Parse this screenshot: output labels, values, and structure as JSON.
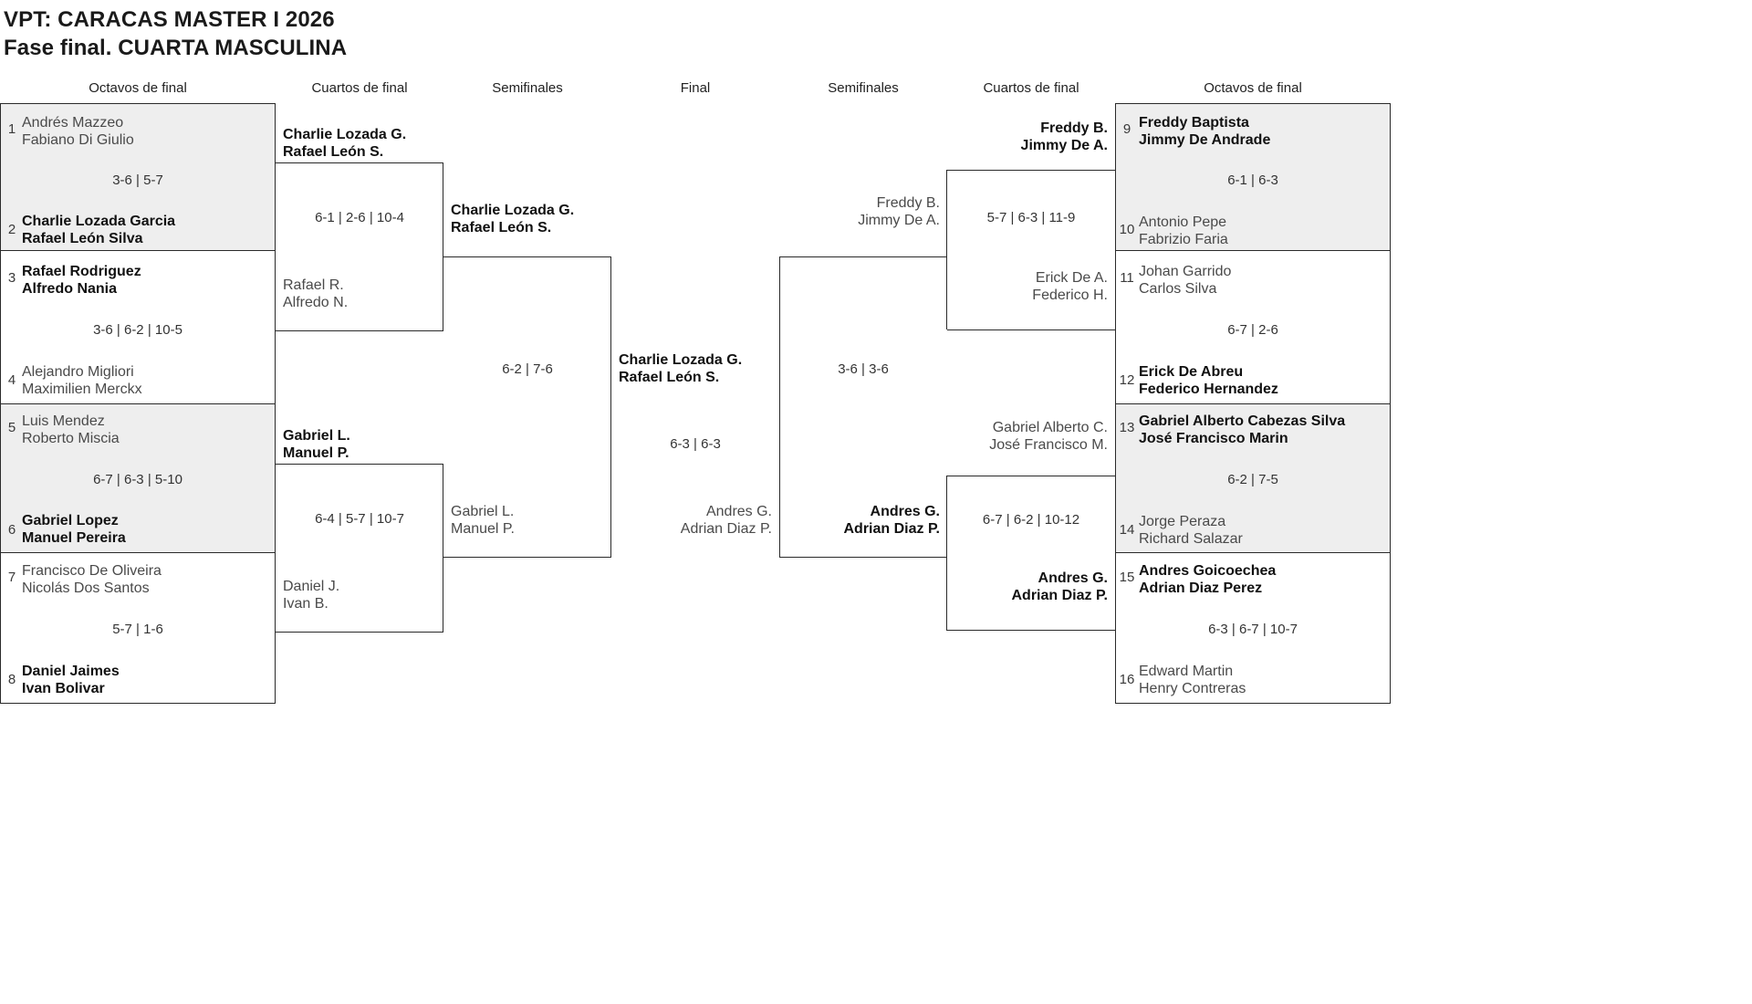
{
  "header": {
    "title_line1": "VPT: CARACAS MASTER I 2026",
    "title_line2": "Fase final. CUARTA MASCULINA"
  },
  "round_headers": {
    "left_r16": "Octavos de final",
    "left_qf": "Cuartos de final",
    "left_sf": "Semifinales",
    "final": "Final",
    "right_sf": "Semifinales",
    "right_qf": "Cuartos de final",
    "right_r16": "Octavos de final"
  },
  "chart_data": {
    "type": "bracket",
    "title": "VPT: CARACAS MASTER I 2026 - Fase final. CUARTA MASCULINA",
    "size": 16,
    "champion": [
      "Charlie Lozada G.",
      "Rafael León S."
    ]
  },
  "left": {
    "r16": [
      {
        "top": {
          "seed": "1",
          "p1": "Andrés Mazzeo",
          "p2": "Fabiano Di Giulio",
          "winner": false
        },
        "bottom": {
          "seed": "2",
          "p1": "Charlie Lozada Garcia",
          "p2": "Rafael León Silva",
          "winner": true
        },
        "score": "3-6 | 5-7"
      },
      {
        "top": {
          "seed": "3",
          "p1": "Rafael Rodriguez",
          "p2": "Alfredo Nania",
          "winner": true
        },
        "bottom": {
          "seed": "4",
          "p1": "Alejandro Migliori",
          "p2": "Maximilien Merckx",
          "winner": false
        },
        "score": "3-6 | 6-2 | 10-5"
      },
      {
        "top": {
          "seed": "5",
          "p1": "Luis Mendez",
          "p2": "Roberto Miscia",
          "winner": false
        },
        "bottom": {
          "seed": "6",
          "p1": "Gabriel Lopez",
          "p2": "Manuel Pereira",
          "winner": true
        },
        "score": "6-7 | 6-3 | 5-10"
      },
      {
        "top": {
          "seed": "7",
          "p1": "Francisco De Oliveira",
          "p2": "Nicolás Dos Santos",
          "winner": false
        },
        "bottom": {
          "seed": "8",
          "p1": "Daniel Jaimes",
          "p2": "Ivan Bolivar",
          "winner": true
        },
        "score": "5-7 | 1-6"
      }
    ],
    "qf": [
      {
        "top": {
          "p1": "Charlie Lozada G.",
          "p2": "Rafael León S.",
          "winner": true
        },
        "bottom": {
          "p1": "Rafael R.",
          "p2": "Alfredo N.",
          "winner": false
        },
        "score": "6-1 | 2-6 | 10-4"
      },
      {
        "top": {
          "p1": "Gabriel L.",
          "p2": "Manuel P.",
          "winner": true
        },
        "bottom": {
          "p1": "Daniel J.",
          "p2": "Ivan B.",
          "winner": false
        },
        "score": "6-4 | 5-7 | 10-7"
      }
    ],
    "sf": [
      {
        "top": {
          "p1": "Charlie Lozada G.",
          "p2": "Rafael León S.",
          "winner": true
        },
        "bottom": {
          "p1": "Gabriel L.",
          "p2": "Manuel P.",
          "winner": false
        },
        "score": "6-2 | 7-6"
      }
    ]
  },
  "final": {
    "top": {
      "p1": "Charlie Lozada G.",
      "p2": "Rafael León S.",
      "winner": true
    },
    "bottom": {
      "p1": "Andres G.",
      "p2": "Adrian Diaz P.",
      "winner": false
    },
    "score": "6-3 | 6-3"
  },
  "right": {
    "r16": [
      {
        "top": {
          "seed": "9",
          "p1": "Freddy Baptista",
          "p2": "Jimmy De Andrade",
          "winner": true
        },
        "bottom": {
          "seed": "10",
          "p1": "Antonio Pepe",
          "p2": "Fabrizio Faria",
          "winner": false
        },
        "score": "6-1 | 6-3"
      },
      {
        "top": {
          "seed": "11",
          "p1": "Johan Garrido",
          "p2": "Carlos Silva",
          "winner": false
        },
        "bottom": {
          "seed": "12",
          "p1": "Erick De Abreu",
          "p2": "Federico Hernandez",
          "winner": true
        },
        "score": "6-7 | 2-6"
      },
      {
        "top": {
          "seed": "13",
          "p1": "Gabriel Alberto Cabezas Silva",
          "p2": "José Francisco Marin",
          "winner": true
        },
        "bottom": {
          "seed": "14",
          "p1": "Jorge Peraza",
          "p2": "Richard Salazar",
          "winner": false
        },
        "score": "6-2 | 7-5"
      },
      {
        "top": {
          "seed": "15",
          "p1": "Andres Goicoechea",
          "p2": "Adrian Diaz Perez",
          "winner": true
        },
        "bottom": {
          "seed": "16",
          "p1": "Edward Martin",
          "p2": "Henry Contreras",
          "winner": false
        },
        "score": "6-3 | 6-7 | 10-7"
      }
    ],
    "qf": [
      {
        "top": {
          "p1": "Freddy B.",
          "p2": "Jimmy De A.",
          "winner": true
        },
        "bottom": {
          "p1": "Erick De A.",
          "p2": "Federico H.",
          "winner": false
        },
        "score": "5-7 | 6-3 | 11-9"
      },
      {
        "top": {
          "p1": "Gabriel Alberto C.",
          "p2": "José Francisco M.",
          "winner": false
        },
        "bottom": {
          "p1": "Andres G.",
          "p2": "Adrian Diaz P.",
          "winner": true
        },
        "score": "6-7 | 6-2 | 10-12"
      }
    ],
    "sf": [
      {
        "top": {
          "p1": "Freddy B.",
          "p2": "Jimmy De A.",
          "winner": false
        },
        "bottom": {
          "p1": "Andres G.",
          "p2": "Adrian Diaz P.",
          "winner": true
        },
        "score": "3-6 | 3-6"
      }
    ]
  }
}
